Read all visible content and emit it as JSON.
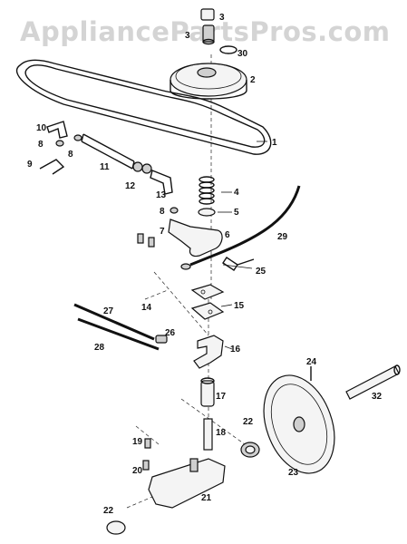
{
  "watermark": "AppliancePartsPros.com",
  "labels": {
    "l1": "1",
    "l2": "2",
    "l3a": "3",
    "l3b": "3",
    "l4": "4",
    "l5": "5",
    "l6": "6",
    "l7": "7",
    "l8a": "8",
    "l8b": "8",
    "l8c": "8",
    "l9": "9",
    "l10": "10",
    "l11": "11",
    "l12": "12",
    "l13": "13",
    "l14": "14",
    "l15": "15",
    "l16": "16",
    "l17": "17",
    "l18": "18",
    "l19": "19",
    "l20": "20",
    "l21": "21",
    "l22a": "22",
    "l22b": "22",
    "l23": "23",
    "l24": "24",
    "l25": "25",
    "l26": "26",
    "l27": "27",
    "l28": "28",
    "l29": "29",
    "l30": "30",
    "l32": "32"
  }
}
